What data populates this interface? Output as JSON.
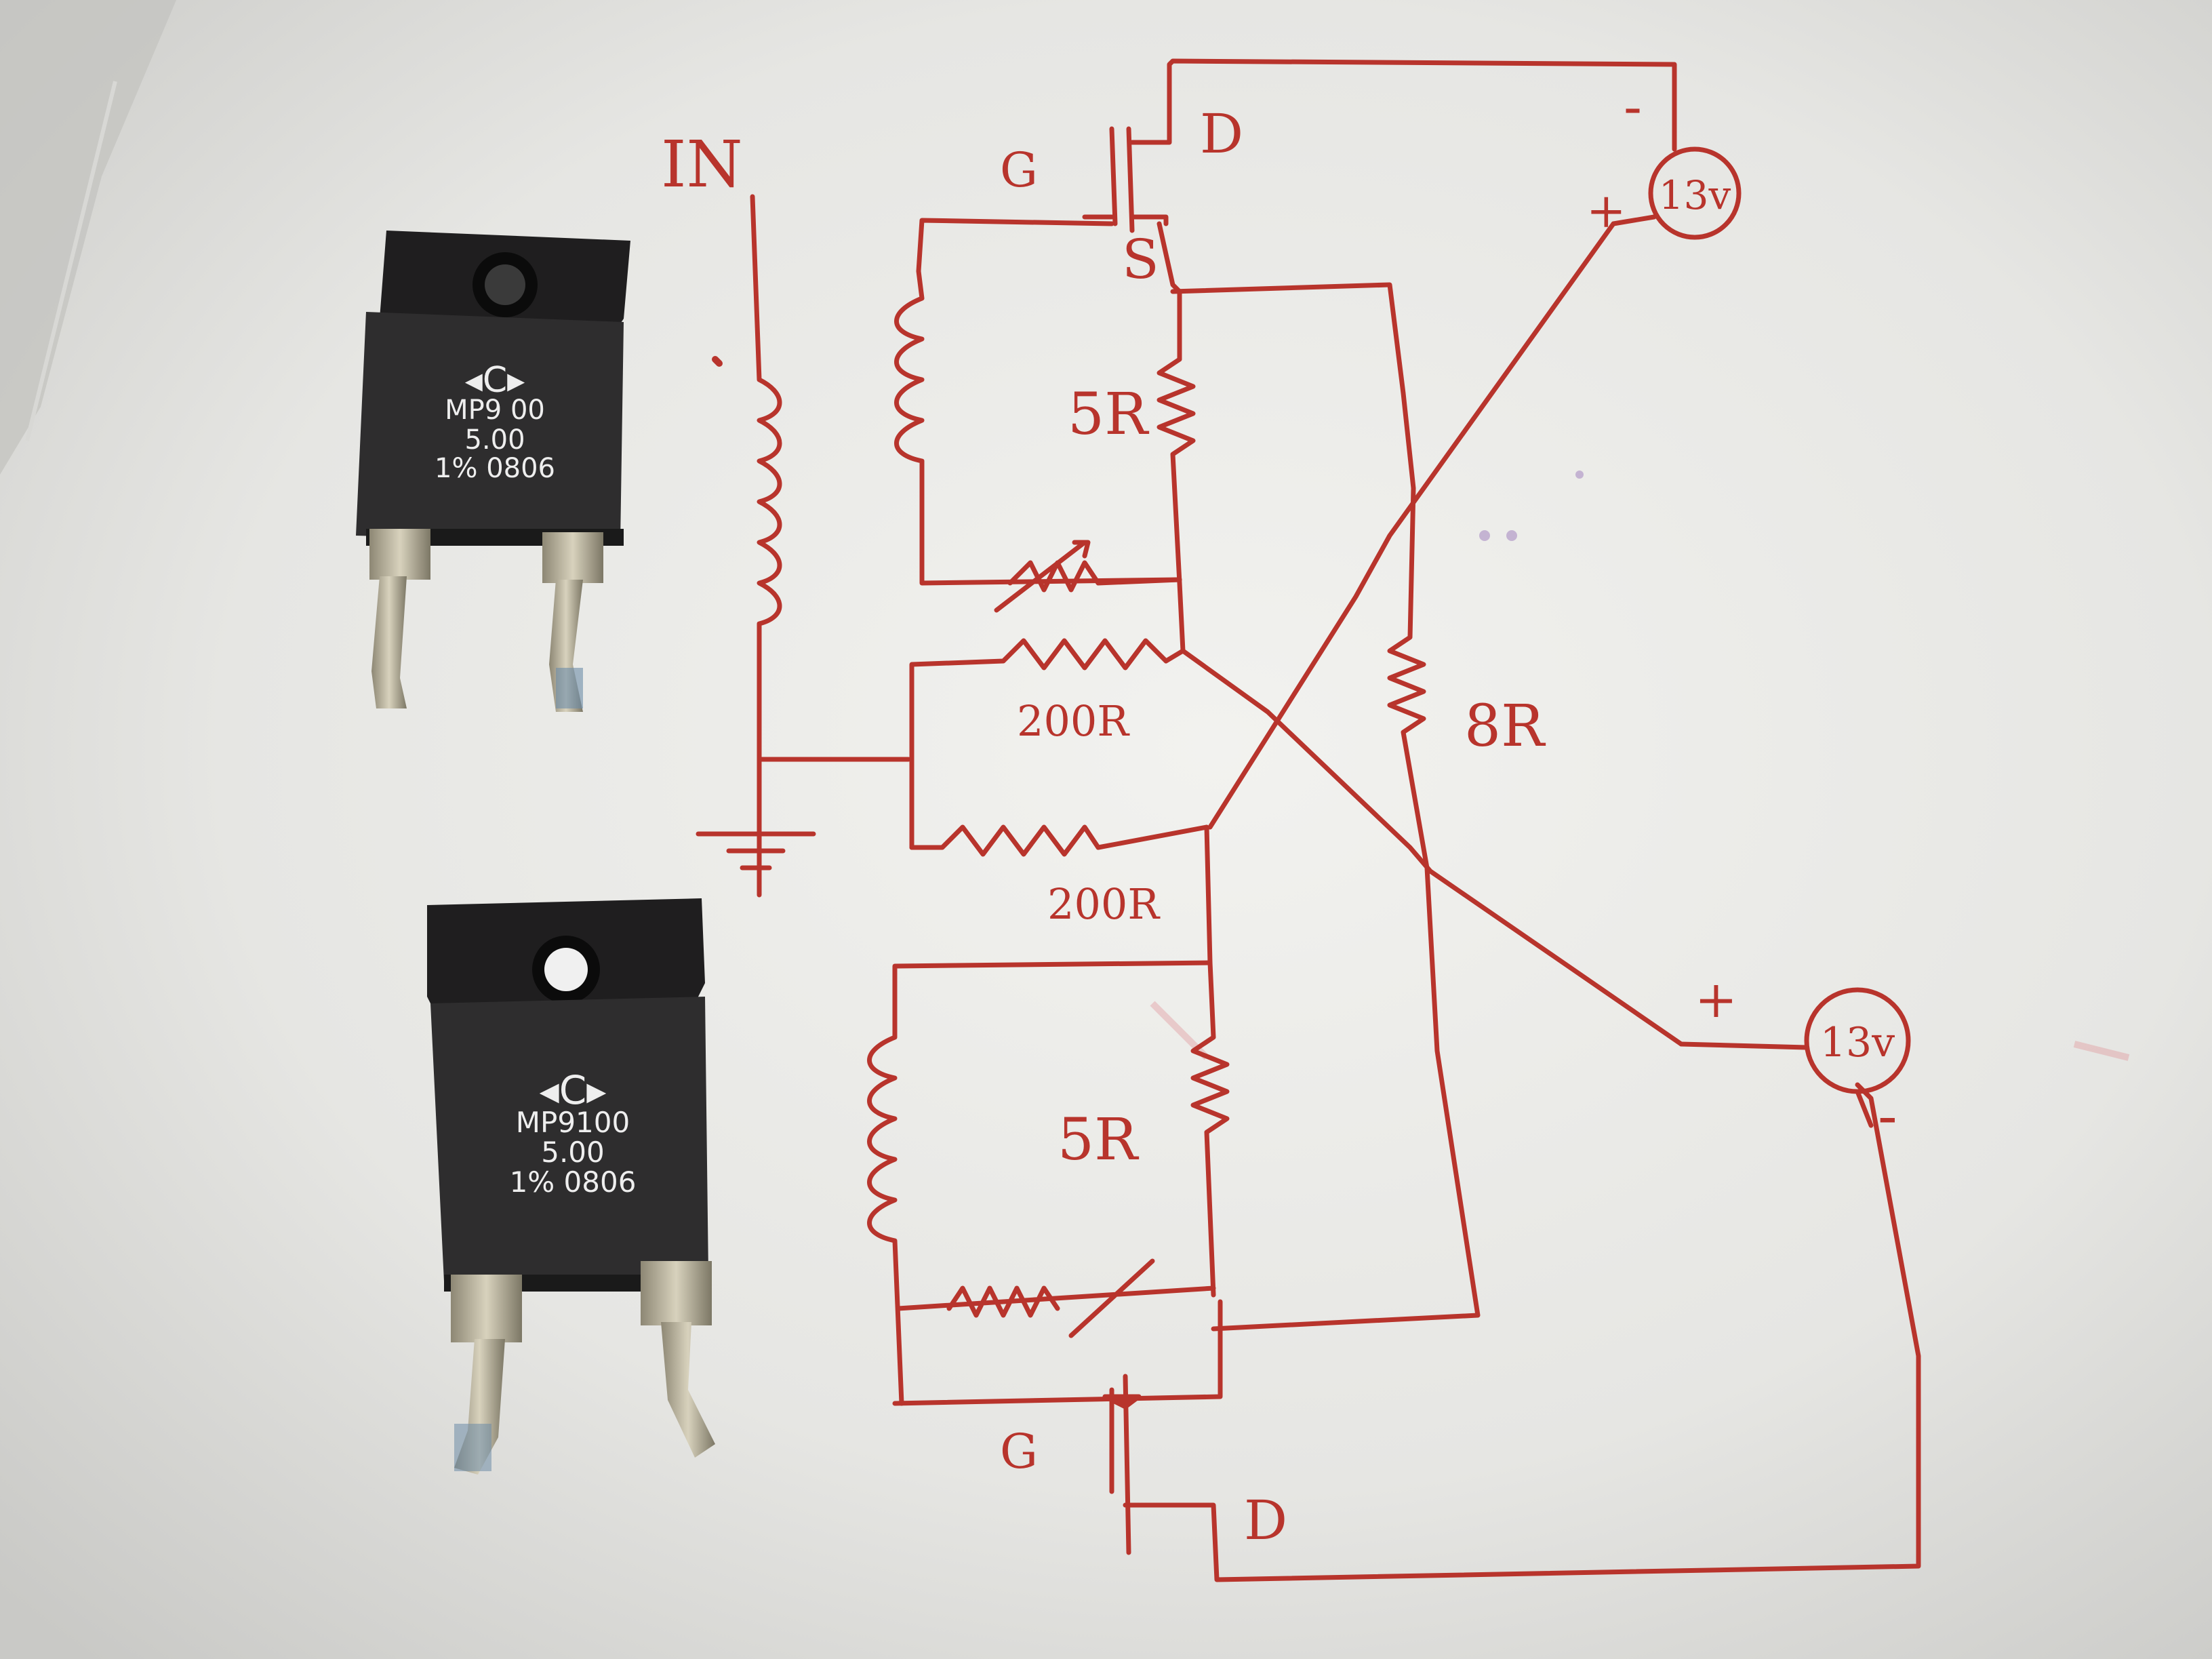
{
  "resistors": [
    {
      "logo": "◂C▸",
      "model": "MP9 00",
      "value": "5.00",
      "tolerance_code": "1% 0806"
    },
    {
      "logo": "◂C▸",
      "model": "MP9100",
      "value": "5.00",
      "tolerance_code": "1% 0806"
    }
  ],
  "schematic": {
    "input_label": "IN",
    "top_mosfet": {
      "gate": "G",
      "drain": "D",
      "source": "S"
    },
    "bottom_mosfet": {
      "gate": "G",
      "drain": "D"
    },
    "resistor_labels": {
      "top_5r": "5R",
      "bottom_5r": "5R",
      "r_200_a": "200R",
      "r_200_b": "200R",
      "r_8r": "8R"
    },
    "supply_top": {
      "label": "13v",
      "plus": "+",
      "minus": "-"
    },
    "supply_bottom": {
      "label": "13v",
      "plus": "+",
      "minus": "-"
    }
  },
  "colors": {
    "ink": "#b8342c",
    "paper": "#e9e9e6",
    "resistor_body": "#2b2a2b",
    "lead": "#b9b29a"
  }
}
